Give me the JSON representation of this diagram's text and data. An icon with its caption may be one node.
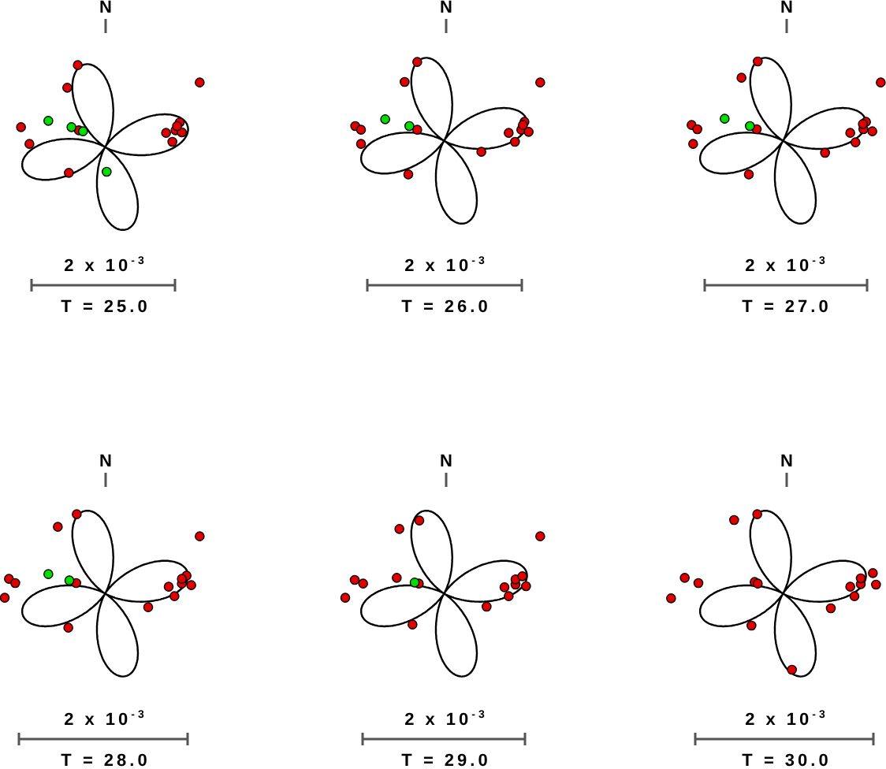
{
  "diagram": {
    "labels": [
      "N",
      "2 x 10$^{-3}$",
      "T = 25.0",
      "N",
      "2 x 10$^{-3}$",
      "T = 26.0",
      "N",
      "2 x 10$^{-3}$",
      "T = 27.0",
      "N",
      "2 x 10$^{-3}$",
      "T = 28.0",
      "N",
      "2 x 10$^{-3}$",
      "T = 29.0",
      "N",
      "2 x 10$^{-3}$",
      "T = 30.0"
    ]
  }
}
